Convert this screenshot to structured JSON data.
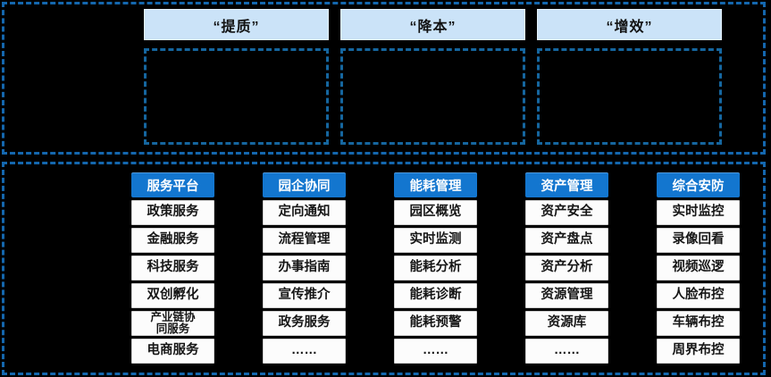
{
  "top_section": {
    "goals": [
      {
        "label": "“提质”"
      },
      {
        "label": "“降本”"
      },
      {
        "label": "“增效”"
      }
    ]
  },
  "bottom_section": {
    "columns": [
      {
        "title": "服务平台",
        "items": [
          "政策服务",
          "金融服务",
          "科技服务",
          "双创孵化",
          "产业链协\n同服务",
          "电商服务"
        ]
      },
      {
        "title": "园企协同",
        "items": [
          "定向通知",
          "流程管理",
          "办事指南",
          "宣传推介",
          "政务服务",
          "……"
        ]
      },
      {
        "title": "能耗管理",
        "items": [
          "园区概览",
          "实时监测",
          "能耗分析",
          "能耗诊断",
          "能耗预警",
          "……"
        ]
      },
      {
        "title": "资产管理",
        "items": [
          "资产安全",
          "资产盘点",
          "资产分析",
          "资源管理",
          "资源库",
          "……"
        ]
      },
      {
        "title": "综合安防",
        "items": [
          "实时监控",
          "录像回看",
          "视频巡逻",
          "人脸布控",
          "车辆布控",
          "周界布控"
        ]
      }
    ]
  },
  "colors": {
    "background": "#000000",
    "dashed_border_blue": "#1467AE",
    "goal_header_bg": "#CBE3F8",
    "module_header_bg": "#1376CF",
    "module_item_bg": "#FCFCFC"
  }
}
